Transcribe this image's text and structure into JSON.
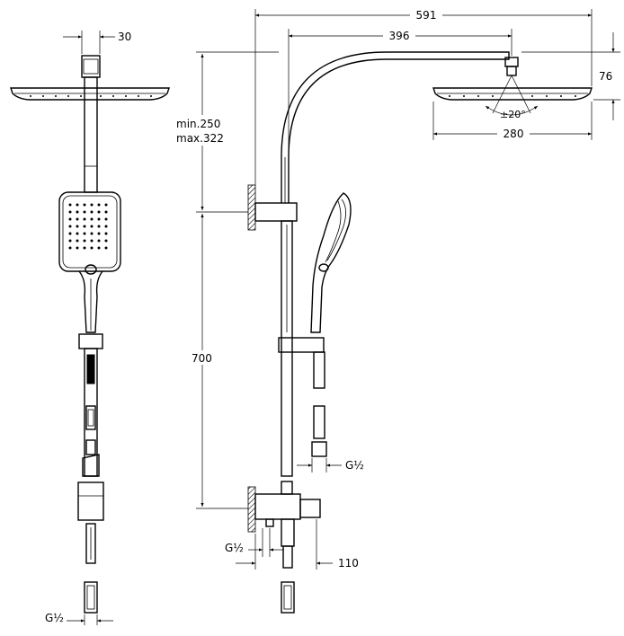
{
  "dimensions": {
    "top_width": "30",
    "total_reach": "591",
    "arm_reach": "396",
    "head_height": "76",
    "head_tilt": "±20°",
    "head_diameter": "280",
    "adjust_min": "min.250",
    "adjust_max": "max.322",
    "bar_height": "700",
    "thread_side": "G½",
    "thread_bottom": "G½",
    "thread_front": "G½",
    "wall_offset": "110"
  }
}
